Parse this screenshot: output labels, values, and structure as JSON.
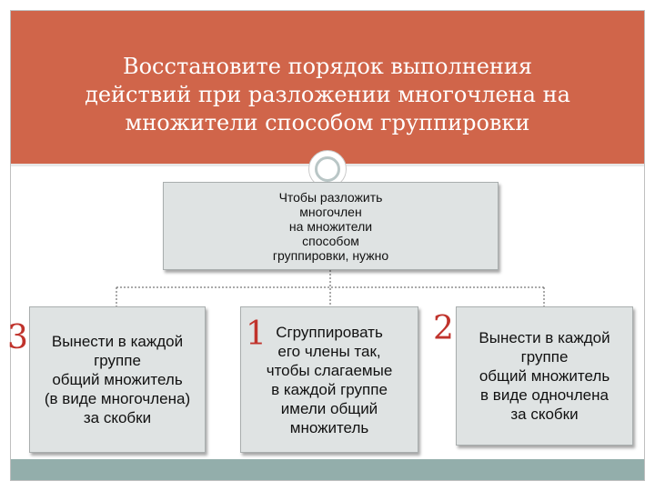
{
  "slide": {
    "title_lines": [
      "Восстановите порядок выполнения",
      "действий при разложении многочлена на",
      "множители способом группировки"
    ],
    "top_box_lines": [
      "Чтобы разложить",
      "многочлен",
      "на множители",
      "способом",
      "группировки, нужно"
    ],
    "steps": [
      {
        "number": "3",
        "lines": [
          "Вынести в каждой",
          "группе",
          "общий множитель",
          "(в виде многочлена)",
          "за скобки"
        ]
      },
      {
        "number": "1",
        "lines": [
          "Сгруппировать",
          "его члены так,",
          "чтобы слагаемые",
          "в каждой группе",
          "имели общий",
          "множитель"
        ]
      },
      {
        "number": "2",
        "lines": [
          "Вынести в каждой",
          "группе",
          "общий множитель",
          "в виде одночлена",
          "за скобки"
        ]
      }
    ]
  },
  "colors": {
    "title_band": "#d0654a",
    "footer_band": "#93aeab",
    "box_fill": "#dfe3e3",
    "number_red": "#c0332c"
  }
}
